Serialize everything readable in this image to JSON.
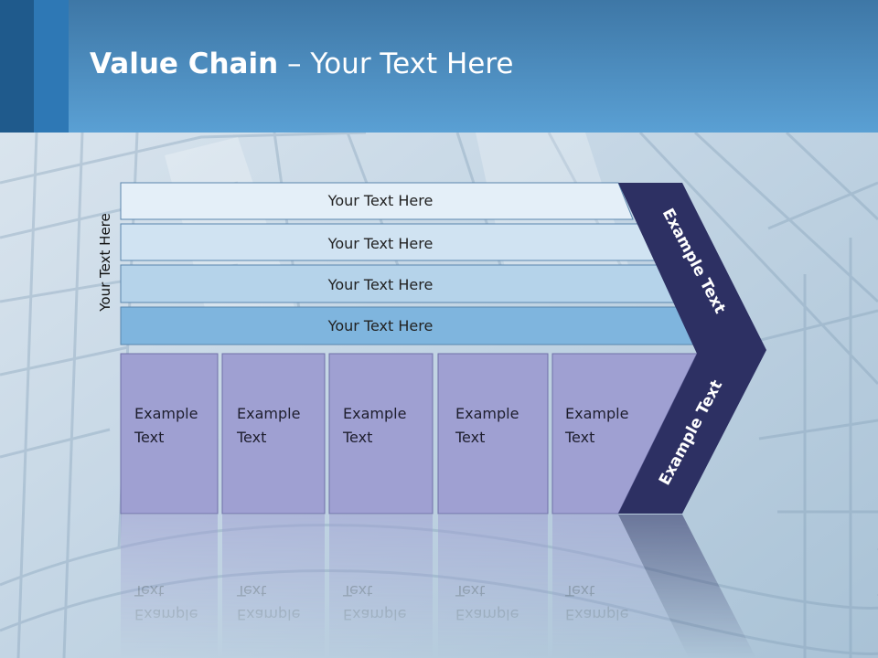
{
  "slide": {
    "title_bold": "Value Chain",
    "title_rest": " – Your Text Here",
    "side_label": "Your Text Here"
  },
  "support_rows": [
    {
      "label": "Your Text Here",
      "color": "#e4eff8"
    },
    {
      "label": "Your Text Here",
      "color": "#d0e3f2"
    },
    {
      "label": "Your Text Here",
      "color": "#b5d3ea"
    },
    {
      "label": "Your Text Here",
      "color": "#7fb5de"
    }
  ],
  "primary_boxes": [
    {
      "line1": "Example",
      "line2": "Text"
    },
    {
      "line1": "Example",
      "line2": "Text"
    },
    {
      "line1": "Example",
      "line2": "Text"
    },
    {
      "line1": "Example",
      "line2": "Text"
    },
    {
      "line1": "Example",
      "line2": "Text"
    }
  ],
  "chevron": {
    "top_label": "Example Text",
    "bottom_label": "Example Text",
    "color": "#2d3063"
  },
  "colors": {
    "primary_box": "#9fa0d2",
    "header_top": "#3b6f9b",
    "header_bottom": "#5b9fd0"
  }
}
